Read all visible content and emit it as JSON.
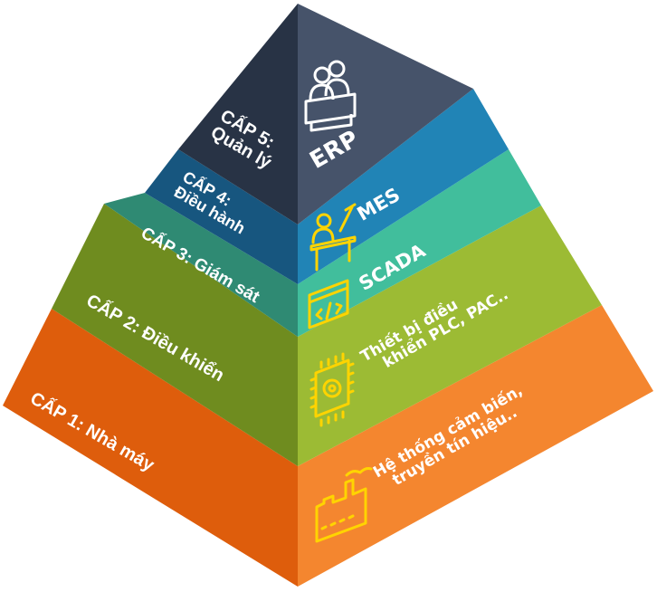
{
  "levels": [
    {
      "level_label": "CẤP 1: Nhà máy",
      "system": [
        "Hệ thống cảm biến,",
        "truyền tín hiệu.."
      ],
      "icon": "factory-icon",
      "left_color": "#de5d0c",
      "right_color": "#f4862f"
    },
    {
      "level_label": "CẤP 2: Điều khiển",
      "system": [
        "Thiết bị điều",
        "khiển PLC, PAC.."
      ],
      "icon": "chip-gear-icon",
      "left_color": "#6f8c1f",
      "right_color": "#9cbb34"
    },
    {
      "level_label": "CẤP 3: Giám sát",
      "system": [
        "SCADA"
      ],
      "icon": "code-window-icon",
      "left_color": "#2f8a73",
      "right_color": "#41be9c"
    },
    {
      "level_label": [
        "CẤP 4:",
        "Điều hành"
      ],
      "system": [
        "MES"
      ],
      "icon": "worker-desk-icon",
      "left_color": "#17567f",
      "right_color": "#2184b6"
    },
    {
      "level_label": [
        "CẤP 5:",
        "Quản lý"
      ],
      "system": [
        "ERP"
      ],
      "icon": "meeting-icon",
      "left_color": "#283345",
      "right_color": "#46536a"
    }
  ],
  "icon_color": "#ffd400"
}
